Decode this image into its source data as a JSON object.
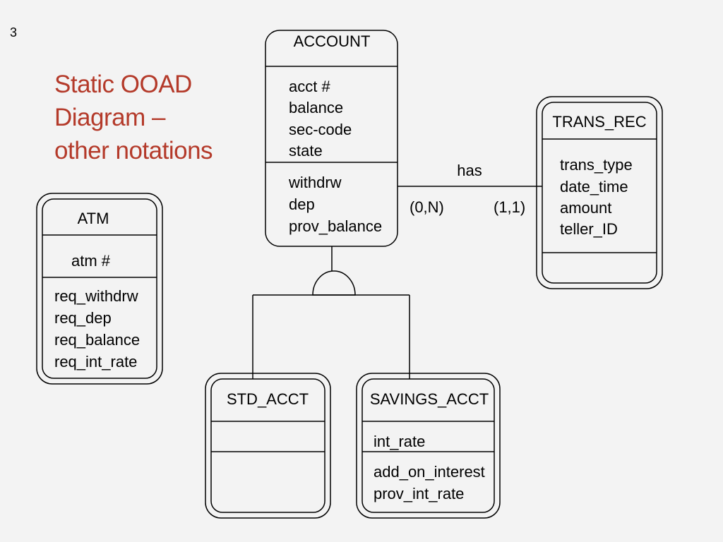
{
  "slide_number": "3",
  "title_lines": [
    "Static OOAD",
    "Diagram –",
    "other notations"
  ],
  "accent_color": "#b43a2a",
  "classes": {
    "account": {
      "name": "ACCOUNT",
      "attributes": [
        "acct #",
        "balance",
        "sec-code",
        "state"
      ],
      "operations": [
        "withdrw",
        "dep",
        "prov_balance"
      ]
    },
    "trans_rec": {
      "name": "TRANS_REC",
      "attributes": [
        "trans_type",
        "date_time",
        "amount",
        "teller_ID"
      ],
      "operations": []
    },
    "atm": {
      "name": "ATM",
      "attributes": [
        "atm #"
      ],
      "operations": [
        "req_withdrw",
        "req_dep",
        "req_balance",
        "req_int_rate"
      ]
    },
    "std_acct": {
      "name": "STD_ACCT",
      "attributes": [],
      "operations": []
    },
    "savings_acct": {
      "name": "SAVINGS_ACCT",
      "attributes": [
        "int_rate"
      ],
      "operations": [
        "add_on_interest",
        "prov_int_rate"
      ]
    }
  },
  "relationship": {
    "label": "has",
    "account_cardinality": "(0,N)",
    "trans_rec_cardinality": "(1,1)"
  }
}
